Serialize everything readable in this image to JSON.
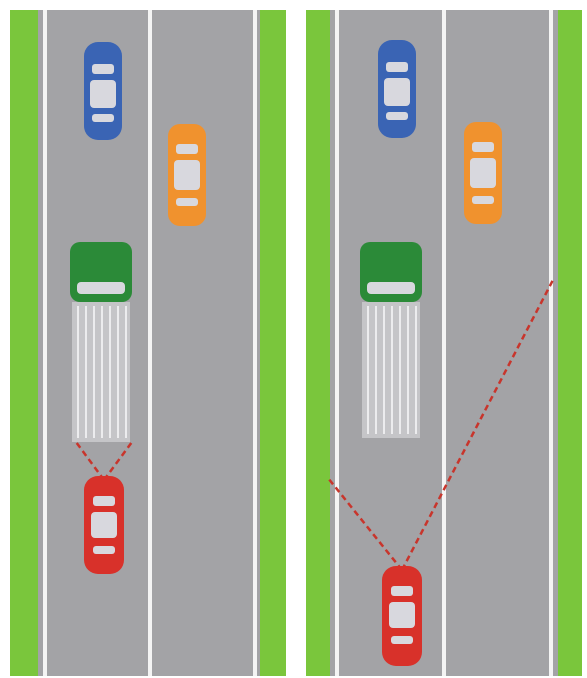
{
  "colors": {
    "grass": "#7ac63c",
    "road": "#a3a3a6",
    "lane_marking": "#f4f4f4",
    "sightline": "#c8352c",
    "car_blue": "#3a64b4",
    "car_orange": "#f0922e",
    "truck_cab_green": "#2b8a38",
    "truck_trailer": "#c5c5c8",
    "car_red": "#d8312a",
    "windshield": "#d8d8de"
  },
  "panels": [
    {
      "id": "left",
      "description_key": "following-close-behind-truck",
      "vehicles": [
        "blue-car",
        "orange-car",
        "green-truck",
        "red-car"
      ],
      "sightlines": "narrow"
    },
    {
      "id": "right",
      "description_key": "following-far-behind-truck",
      "vehicles": [
        "blue-car",
        "orange-car",
        "green-truck",
        "red-car"
      ],
      "sightlines": "wide"
    }
  ]
}
